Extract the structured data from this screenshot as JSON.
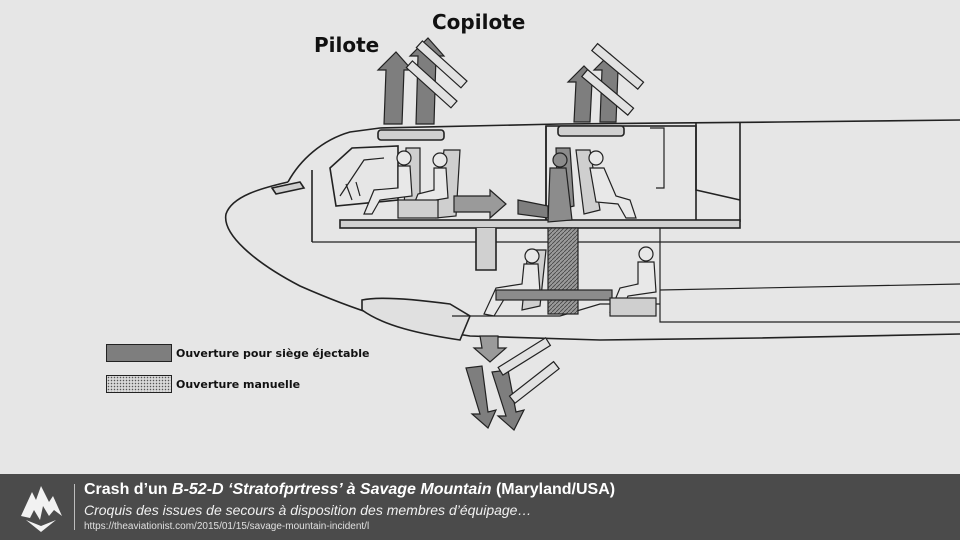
{
  "diagram": {
    "labels": {
      "pilote": "Pilote",
      "copilote": "Copilote"
    },
    "legend": {
      "ejection_seat": "Ouverture pour siège éjectable",
      "manual": "Ouverture manuelle"
    },
    "colors": {
      "background": "#e6e6e6",
      "ejection_hatch": "#7e7e7e",
      "manual_hatch": "#d8d8d8",
      "line": "#222222"
    }
  },
  "footer": {
    "title_prefix": "Crash d’un ",
    "title_emphasis": "B-52-D ‘Stratofprtress’ à Savage Mountain",
    "title_suffix": " (Maryland/USA)",
    "subtitle": "Croquis des issues de secours à disposition des membres d’équipage…",
    "url": "https://theaviationist.com/2015/01/15/savage-mountain-incident/l",
    "logo_icon": "eagle-logo-icon",
    "background": "#4b4b4b"
  }
}
